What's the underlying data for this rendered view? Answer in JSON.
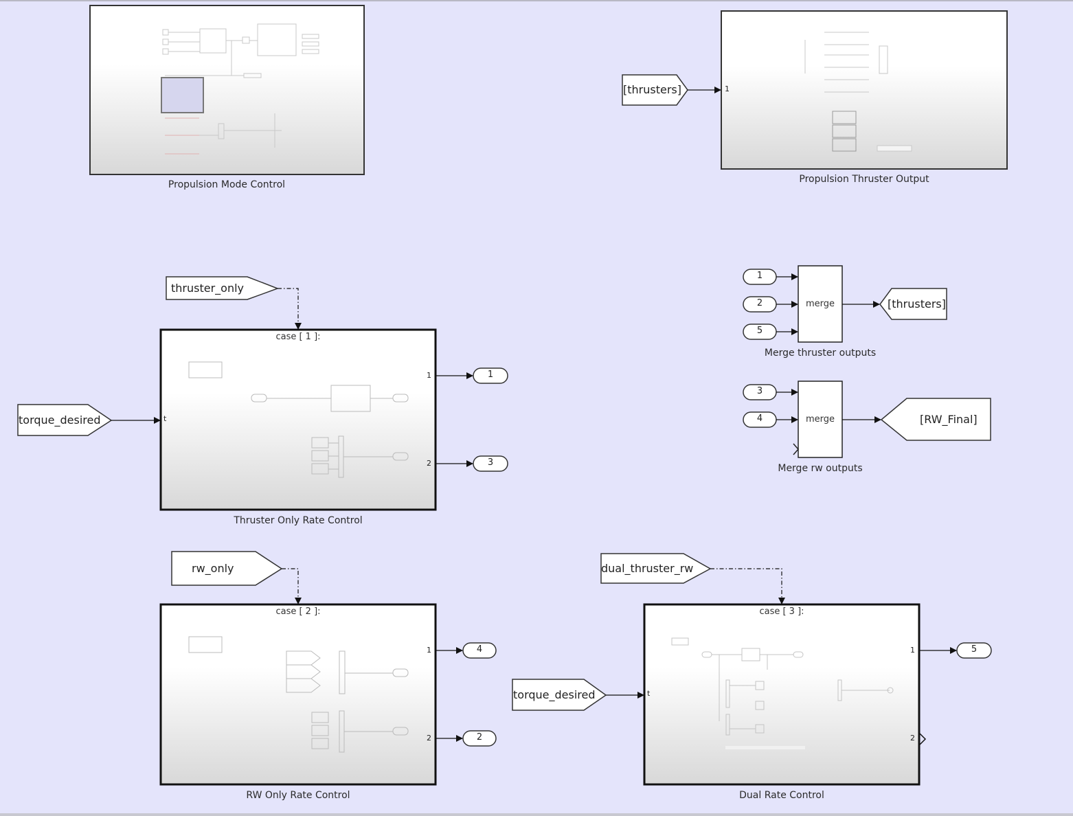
{
  "diagram": {
    "blocks": {
      "propulsion_mode_control": {
        "label": "Propulsion Mode Control"
      },
      "propulsion_thruster_output": {
        "label": "Propulsion Thruster Output",
        "in_port": "1"
      },
      "thruster_only_rate_control": {
        "label": "Thruster Only Rate Control",
        "case": "case [ 1 ]:",
        "in_port": "t",
        "out_ports": [
          "1",
          "2"
        ]
      },
      "rw_only_rate_control": {
        "label": "RW Only Rate Control",
        "case": "case [ 2 ]:",
        "out_ports": [
          "1",
          "2"
        ]
      },
      "dual_rate_control": {
        "label": "Dual Rate Control",
        "case": "case [ 3 ]:",
        "in_port": "t",
        "out_ports": [
          "1",
          "2"
        ]
      },
      "merge_thruster": {
        "label": "Merge thruster outputs",
        "text": "merge"
      },
      "merge_rw": {
        "label": "Merge rw outputs",
        "text": "merge"
      }
    },
    "goto_from_tags": {
      "thrusters_from": "[thrusters]",
      "thrusters_goto": "[thrusters]",
      "rw_final_goto": "[RW_Final]",
      "thruster_only": "thruster_only",
      "rw_only": "rw_only",
      "dual_thruster_rw": "dual_thruster_rw",
      "torque_desired_1": "torque_desired",
      "torque_desired_2": "torque_desired"
    },
    "outports": {
      "thruster_only_out1": "1",
      "thruster_only_out2": "3",
      "rw_only_out1": "4",
      "rw_only_out2": "2",
      "dual_out1": "5"
    },
    "inports": {
      "merge_thr_in": [
        "1",
        "2",
        "5"
      ],
      "merge_rw_in": [
        "3",
        "4"
      ]
    }
  }
}
